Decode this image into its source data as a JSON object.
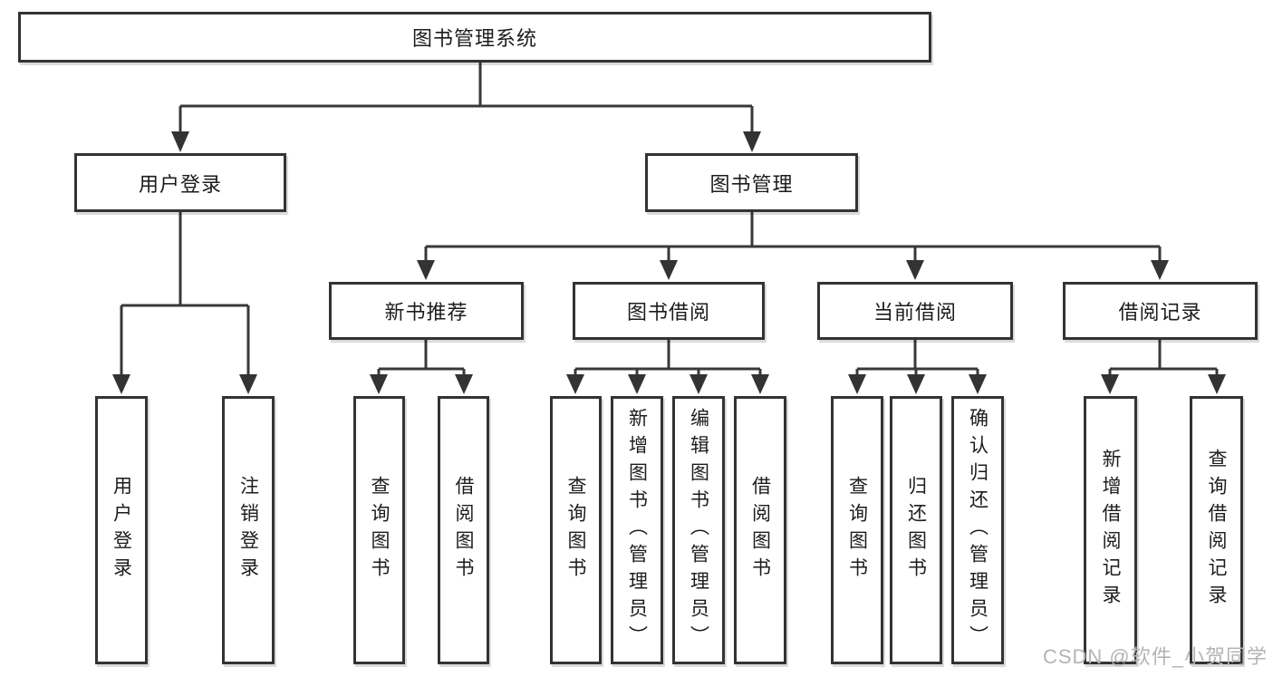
{
  "tree": {
    "label": "图书管理系统",
    "children": [
      {
        "label": "用户登录",
        "children": [
          {
            "label": "用户登录"
          },
          {
            "label": "注销登录"
          }
        ]
      },
      {
        "label": "图书管理",
        "children": [
          {
            "label": "新书推荐",
            "children": [
              {
                "label": "查询图书"
              },
              {
                "label": "借阅图书"
              }
            ]
          },
          {
            "label": "图书借阅",
            "children": [
              {
                "label": "查询图书"
              },
              {
                "label": "新增图书（管理员）"
              },
              {
                "label": "编辑图书（管理员）"
              },
              {
                "label": "借阅图书"
              }
            ]
          },
          {
            "label": "当前借阅",
            "children": [
              {
                "label": "查询图书"
              },
              {
                "label": "归还图书"
              },
              {
                "label": "确认归还（管理员）"
              }
            ]
          },
          {
            "label": "借阅记录",
            "children": [
              {
                "label": "新增借阅记录"
              },
              {
                "label": "查询借阅记录"
              }
            ]
          }
        ]
      }
    ]
  },
  "watermark": {
    "text": "CSDN @软件_小贺同学"
  },
  "colors": {
    "line": "#383838",
    "box_border": "#333333",
    "text": "#1c1c1c",
    "watermark": "#b4b4b4",
    "background": "#ffffff"
  }
}
